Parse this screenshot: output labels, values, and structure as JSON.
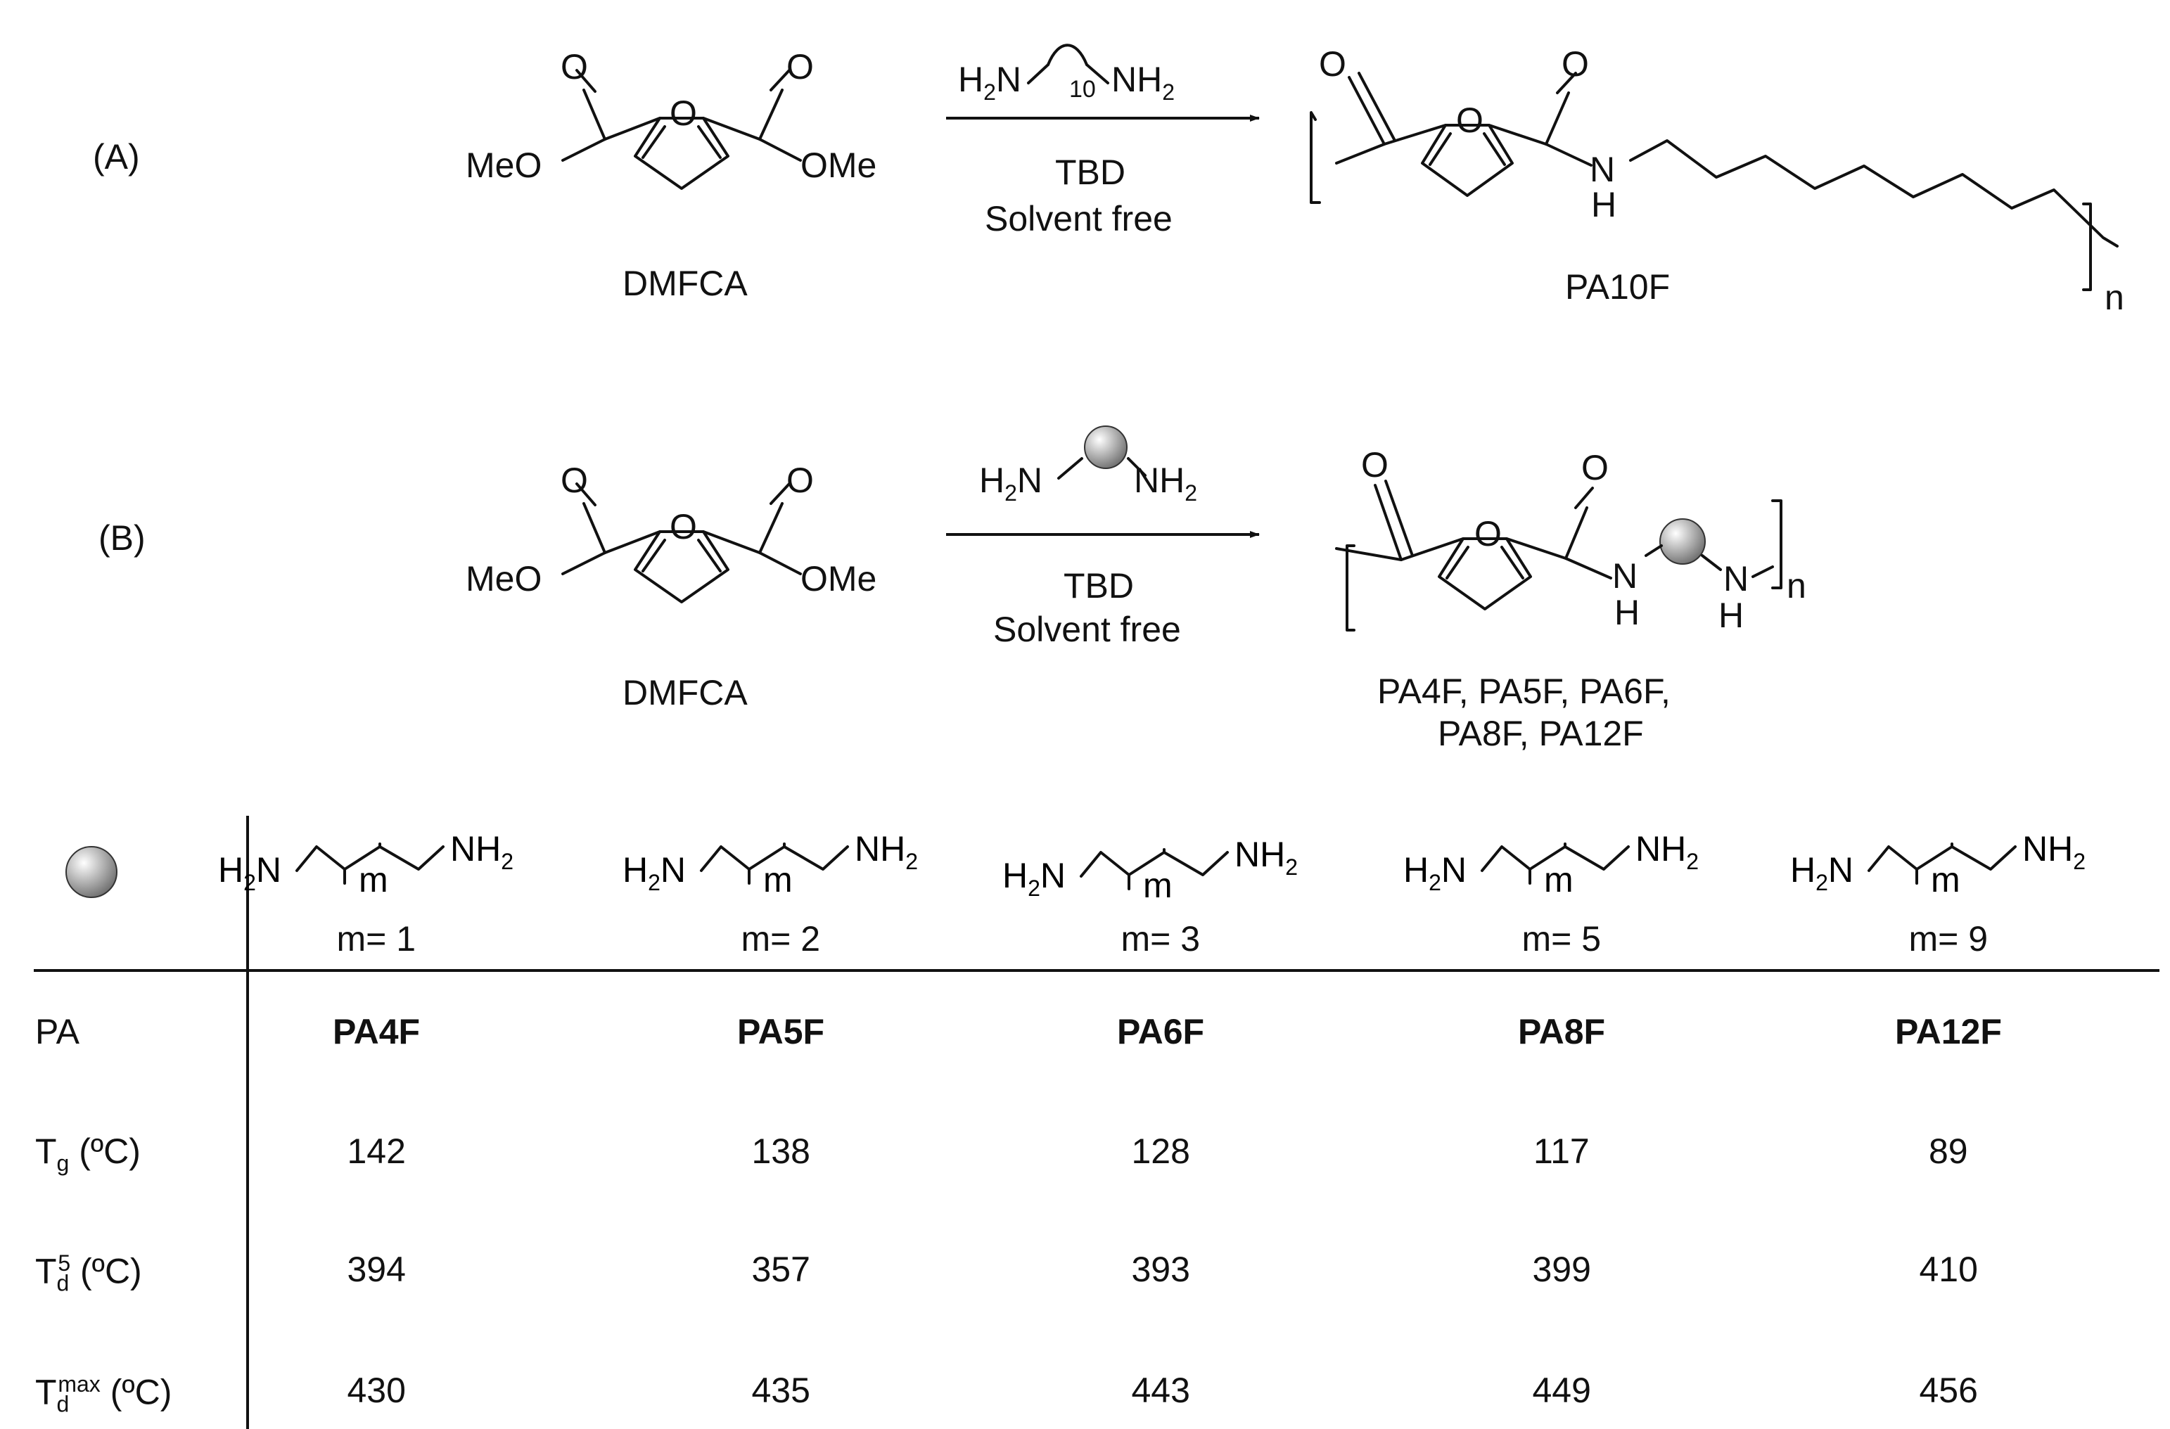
{
  "scheme_a": {
    "label": "(A)",
    "reactant": "DMFCA",
    "reagent_diamine_count": "10",
    "catalyst": "TBD",
    "conditions": "Solvent free",
    "product": "PA10F",
    "repeat": "n"
  },
  "scheme_b": {
    "label": "(B)",
    "reactant": "DMFCA",
    "catalyst": "TBD",
    "conditions": "Solvent free",
    "product_line1": "PA4F,  PA5F,  PA6F,",
    "product_line2": "PA8F,  PA12F",
    "repeat": "n"
  },
  "atoms": {
    "ome": "OMe",
    "meo": "MeO",
    "o": "O",
    "h": "H",
    "n": "N",
    "h2n": "H",
    "sub2": "2",
    "nh2": "NH",
    "m": "m"
  },
  "table": {
    "columns": [
      {
        "m": "m= 1",
        "pa": "PA4F",
        "tg": "142",
        "td5": "394",
        "tdmax": "430"
      },
      {
        "m": "m= 2",
        "pa": "PA5F",
        "tg": "138",
        "td5": "357",
        "tdmax": "435"
      },
      {
        "m": "m= 3",
        "pa": "PA6F",
        "tg": "128",
        "td5": "393",
        "tdmax": "443"
      },
      {
        "m": "m= 5",
        "pa": "PA8F",
        "tg": "117",
        "td5": "399",
        "tdmax": "449"
      },
      {
        "m": "m= 9",
        "pa": "PA12F",
        "tg": "89",
        "td5": "410",
        "tdmax": "456"
      }
    ],
    "row_pa": "PA",
    "row_tg_main": "T",
    "row_tg_sub": "g",
    "row_tg_unit": " (ºC)",
    "row_td5_main": "T",
    "row_td5_sub": "d",
    "row_td5_sup": "5",
    "row_td5_unit": " (ºC)",
    "row_tdmax_main": "T",
    "row_tdmax_sub": "d",
    "row_tdmax_sup": "max",
    "row_tdmax_unit": " (ºC)"
  },
  "colors": {
    "ink": "#111111",
    "ball_light": "#ffffff",
    "ball_dark": "#6a6a6a"
  }
}
